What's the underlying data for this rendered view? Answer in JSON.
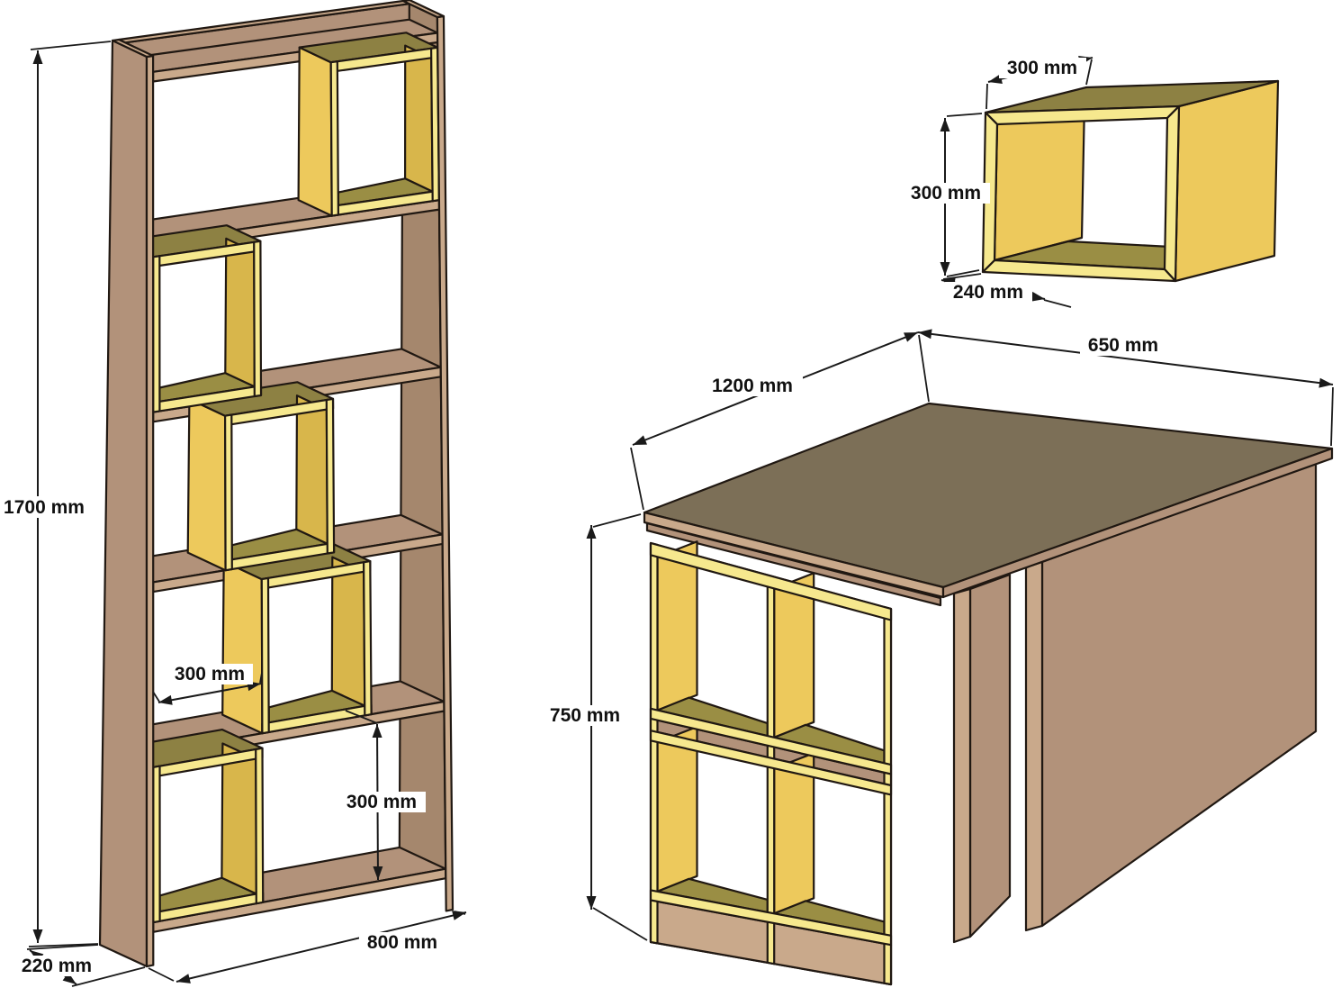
{
  "labels": {
    "bookshelf_height": "1700 mm",
    "bookshelf_cube_width": "300 mm",
    "bookshelf_cube_height": "300 mm",
    "bookshelf_width": "800 mm",
    "bookshelf_depth": "220 mm",
    "wallcube_width": "300 mm",
    "wallcube_height": "300 mm",
    "wallcube_depth": "240 mm",
    "desk_length": "1200 mm",
    "desk_depth": "650 mm",
    "desk_height": "750 mm"
  },
  "colors": {
    "wood": "#b2927a",
    "wood_light": "#c9a98b",
    "wood_dark": "#a5876d",
    "desktop": "#7c6f57",
    "yellow": "#edc95c",
    "yellow_light": "#f6e88e",
    "yellow_shade": "#d8b64b",
    "olive": "#9a8e44",
    "olive_dark": "#8d8143",
    "outline": "#201812",
    "dimension": "#1a1a1a"
  }
}
